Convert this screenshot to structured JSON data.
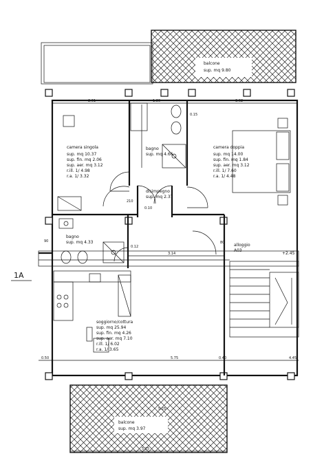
{
  "unit_label": "1A",
  "stair_level": "+2.45",
  "rooms": {
    "balcony_top": {
      "name": "balcone",
      "area": "sup. mq 9.80"
    },
    "bedroom_single": {
      "name": "camera singola",
      "lines": [
        "sup. mq 10.37",
        "sup. fin. mq 2.06",
        "sup. aer. mq 3.12",
        "r.ill. 1/ 4.98",
        "r.a. 1/ 3.32"
      ]
    },
    "bathroom_upper": {
      "name": "bagno",
      "area": "sup. mq 4.66"
    },
    "bedroom_double": {
      "name": "camera doppia",
      "lines": [
        "sup. mq 14.00",
        "sup. fin. mq 1.84",
        "sup. aer. mq 3.12",
        "r.ill. 1/ 7.60",
        "r.a. 1/ 4.48"
      ]
    },
    "hallway": {
      "name": "disimpegno",
      "area": "sup. mq 2.37"
    },
    "bathroom_lower": {
      "name": "bagno",
      "area": "sup. mq 4.33"
    },
    "living": {
      "name": "soggiorno/cottura",
      "lines": [
        "sup. mq 25.94",
        "sup. fin. mq 4.26",
        "sup. aer. mq 7.10",
        "r.ill. 1/ 6.02",
        "r.a. 1/ 3.65"
      ]
    },
    "balcony_bottom": {
      "name": "balcone",
      "area": "sup. mq 3.97"
    },
    "entry": {
      "name": "alloggio",
      "sub": "A03"
    }
  },
  "dimensions": {
    "top_left": "2.61",
    "top_mid": "1.80",
    "top_right": "3.62",
    "mid_span": "3.14",
    "bottom_mid": "5.75",
    "bottom_left": "0.50",
    "bottom_right": "0.40",
    "right_edge": "4.45",
    "balcony_bottom_width": "5.25",
    "side_a": "0.12",
    "side_b": "0.10",
    "left_small": "90",
    "opening_a": "210",
    "opening_b": "80",
    "top_margin": "0.15",
    "balcony_dim": "5.25"
  }
}
